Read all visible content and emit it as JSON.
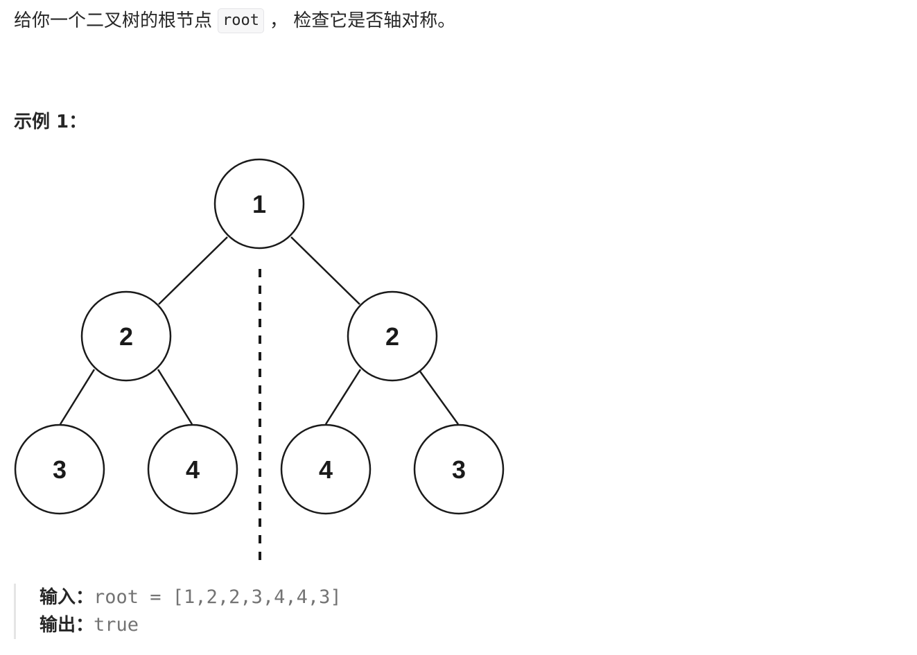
{
  "description": {
    "before": "给你一个二叉树的根节点",
    "code": "root",
    "after": "， 检查它是否轴对称。"
  },
  "example": {
    "title": "示例 1：",
    "tree": {
      "nodes": [
        {
          "id": "n1",
          "label": "1"
        },
        {
          "id": "n2l",
          "label": "2"
        },
        {
          "id": "n2r",
          "label": "2"
        },
        {
          "id": "n3l",
          "label": "3"
        },
        {
          "id": "n4l",
          "label": "4"
        },
        {
          "id": "n4r",
          "label": "4"
        },
        {
          "id": "n3r",
          "label": "3"
        }
      ],
      "edges": [
        [
          "n1",
          "n2l"
        ],
        [
          "n1",
          "n2r"
        ],
        [
          "n2l",
          "n3l"
        ],
        [
          "n2l",
          "n4l"
        ],
        [
          "n2r",
          "n4r"
        ],
        [
          "n2r",
          "n3r"
        ]
      ]
    },
    "input_label": "输入：",
    "input_value": "root = [1,2,2,3,4,4,3]",
    "output_label": "输出：",
    "output_value": "true"
  },
  "colors": {
    "text": "#262626",
    "code_text": "#737373",
    "code_bg": "#f7f7f8",
    "border": "#e5e5e5",
    "stroke": "#1a1a1a"
  }
}
